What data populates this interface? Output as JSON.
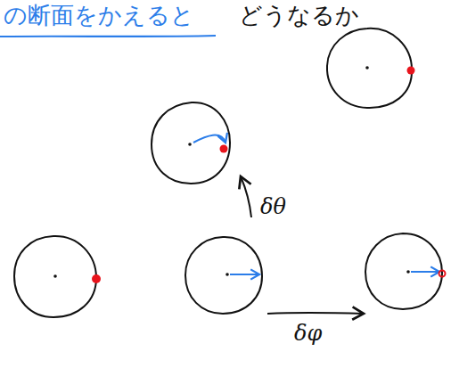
{
  "diagram": {
    "labels": [
      "の断面をかえると",
      "どうなるか",
      "δθ",
      "δφ"
    ]
  }
}
